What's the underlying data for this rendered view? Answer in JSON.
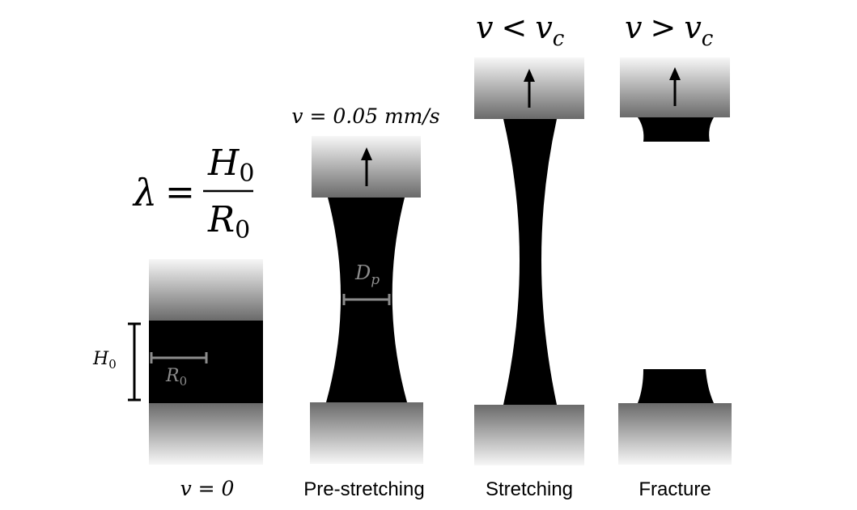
{
  "formula": {
    "lhs": "λ",
    "equals": "=",
    "numerator_symbol": "H",
    "numerator_sub": "0",
    "denominator_symbol": "R",
    "denominator_sub": "0"
  },
  "annotations": {
    "height_symbol": "H",
    "height_sub": "0",
    "radius_symbol": "R",
    "radius_sub": "0",
    "pinch_symbol": "D",
    "pinch_sub": "p",
    "speed_label": "v = 0.05 mm/s",
    "cond_stretch": {
      "v": "v",
      "op": "<",
      "vc": "v",
      "sub": "c"
    },
    "cond_fracture": {
      "v": "v",
      "op": ">",
      "vc": "v",
      "sub": "c"
    }
  },
  "panels": {
    "rest": {
      "caption": "v = 0"
    },
    "pre_stretching": {
      "caption": "Pre-stretching"
    },
    "stretching": {
      "caption": "Stretching"
    },
    "fracture": {
      "caption": "Fracture"
    }
  },
  "colors": {
    "plate_dark": "#6a6a6a",
    "plate_light": "#ffffff",
    "sample": "#000000",
    "gray_marker": "#8c8c8c"
  },
  "icons": {
    "pull_arrow": "up-arrow-icon"
  }
}
